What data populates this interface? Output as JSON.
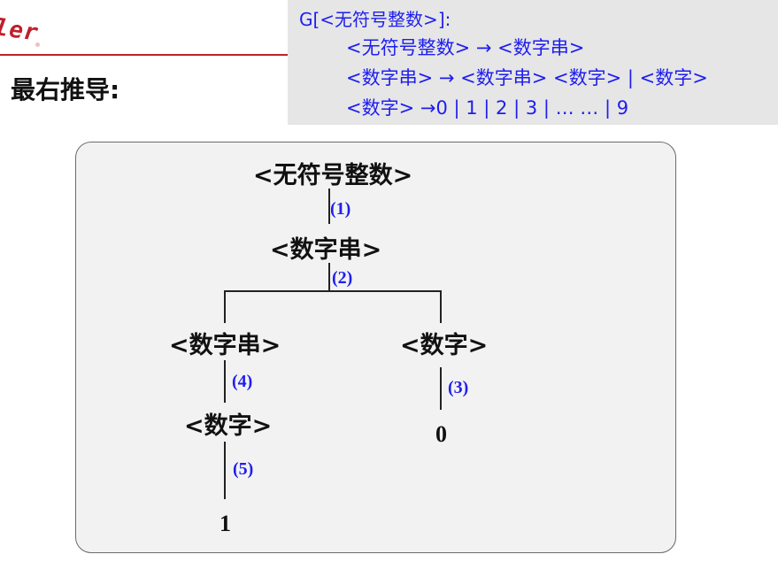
{
  "logo": {
    "text": "ler"
  },
  "section_title": "最右推导:",
  "grammar": {
    "header": "G[<无符号整数>]:",
    "rules": [
      "<无符号整数> → <数字串>",
      "<数字串> → <数字串> <数字> | <数字>",
      "<数字> →0 | 1 | 2 | 3 | … … | 9"
    ]
  },
  "tree": {
    "root": "<无符号整数>",
    "n1": "<数字串>",
    "n2_left": "<数字串>",
    "n2_right": "<数字>",
    "n3_left": "<数字>",
    "leaf_right": "0",
    "leaf_left": "1",
    "steps": [
      "(1)",
      "(2)",
      "(3)",
      "(4)",
      "(5)"
    ]
  },
  "colors": {
    "accent_red": "#c0202a",
    "link_blue": "#1e1ef0",
    "panel_bg": "#f2f2f2",
    "grammar_bg": "#e6e6e6"
  }
}
